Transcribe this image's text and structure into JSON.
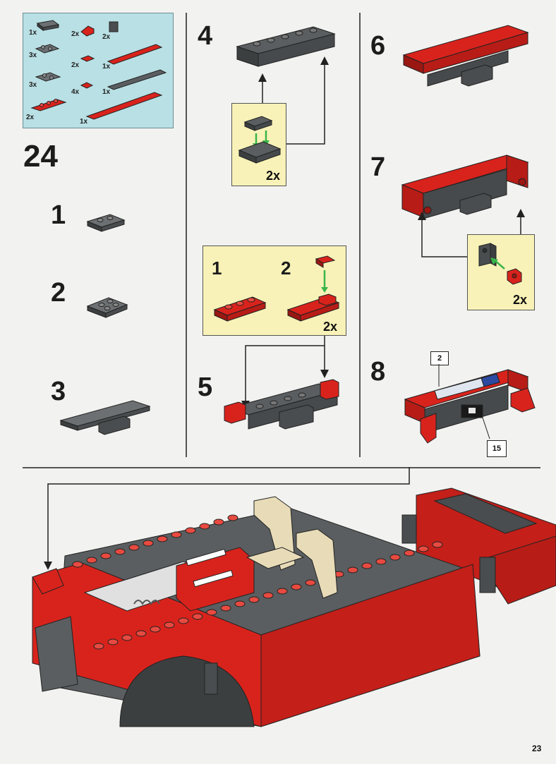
{
  "step_main": "24",
  "parts_list": {
    "quantities": [
      "1x",
      "2x",
      "2x",
      "3x",
      "2x",
      "1x",
      "3x",
      "4x",
      "1x",
      "2x",
      "1x"
    ]
  },
  "substeps": {
    "s1": "1",
    "s2": "2",
    "s3": "3",
    "s4": "4",
    "s5": "5",
    "s6": "6",
    "s7": "7",
    "s8": "8"
  },
  "callout_4": {
    "count": "2x"
  },
  "callout_5": {
    "step_a": "1",
    "step_b": "2",
    "count": "2x"
  },
  "callout_7": {
    "count": "2x"
  },
  "sticker_refs": {
    "top": "2",
    "bottom": "15"
  },
  "page_number": "23",
  "colors": {
    "red": "#d8231c",
    "dark_gray": "#5a5e60",
    "parts_bg": "#b9e0e4",
    "callout_bg": "#f8f2b8",
    "tan": "#e8dcb8"
  }
}
